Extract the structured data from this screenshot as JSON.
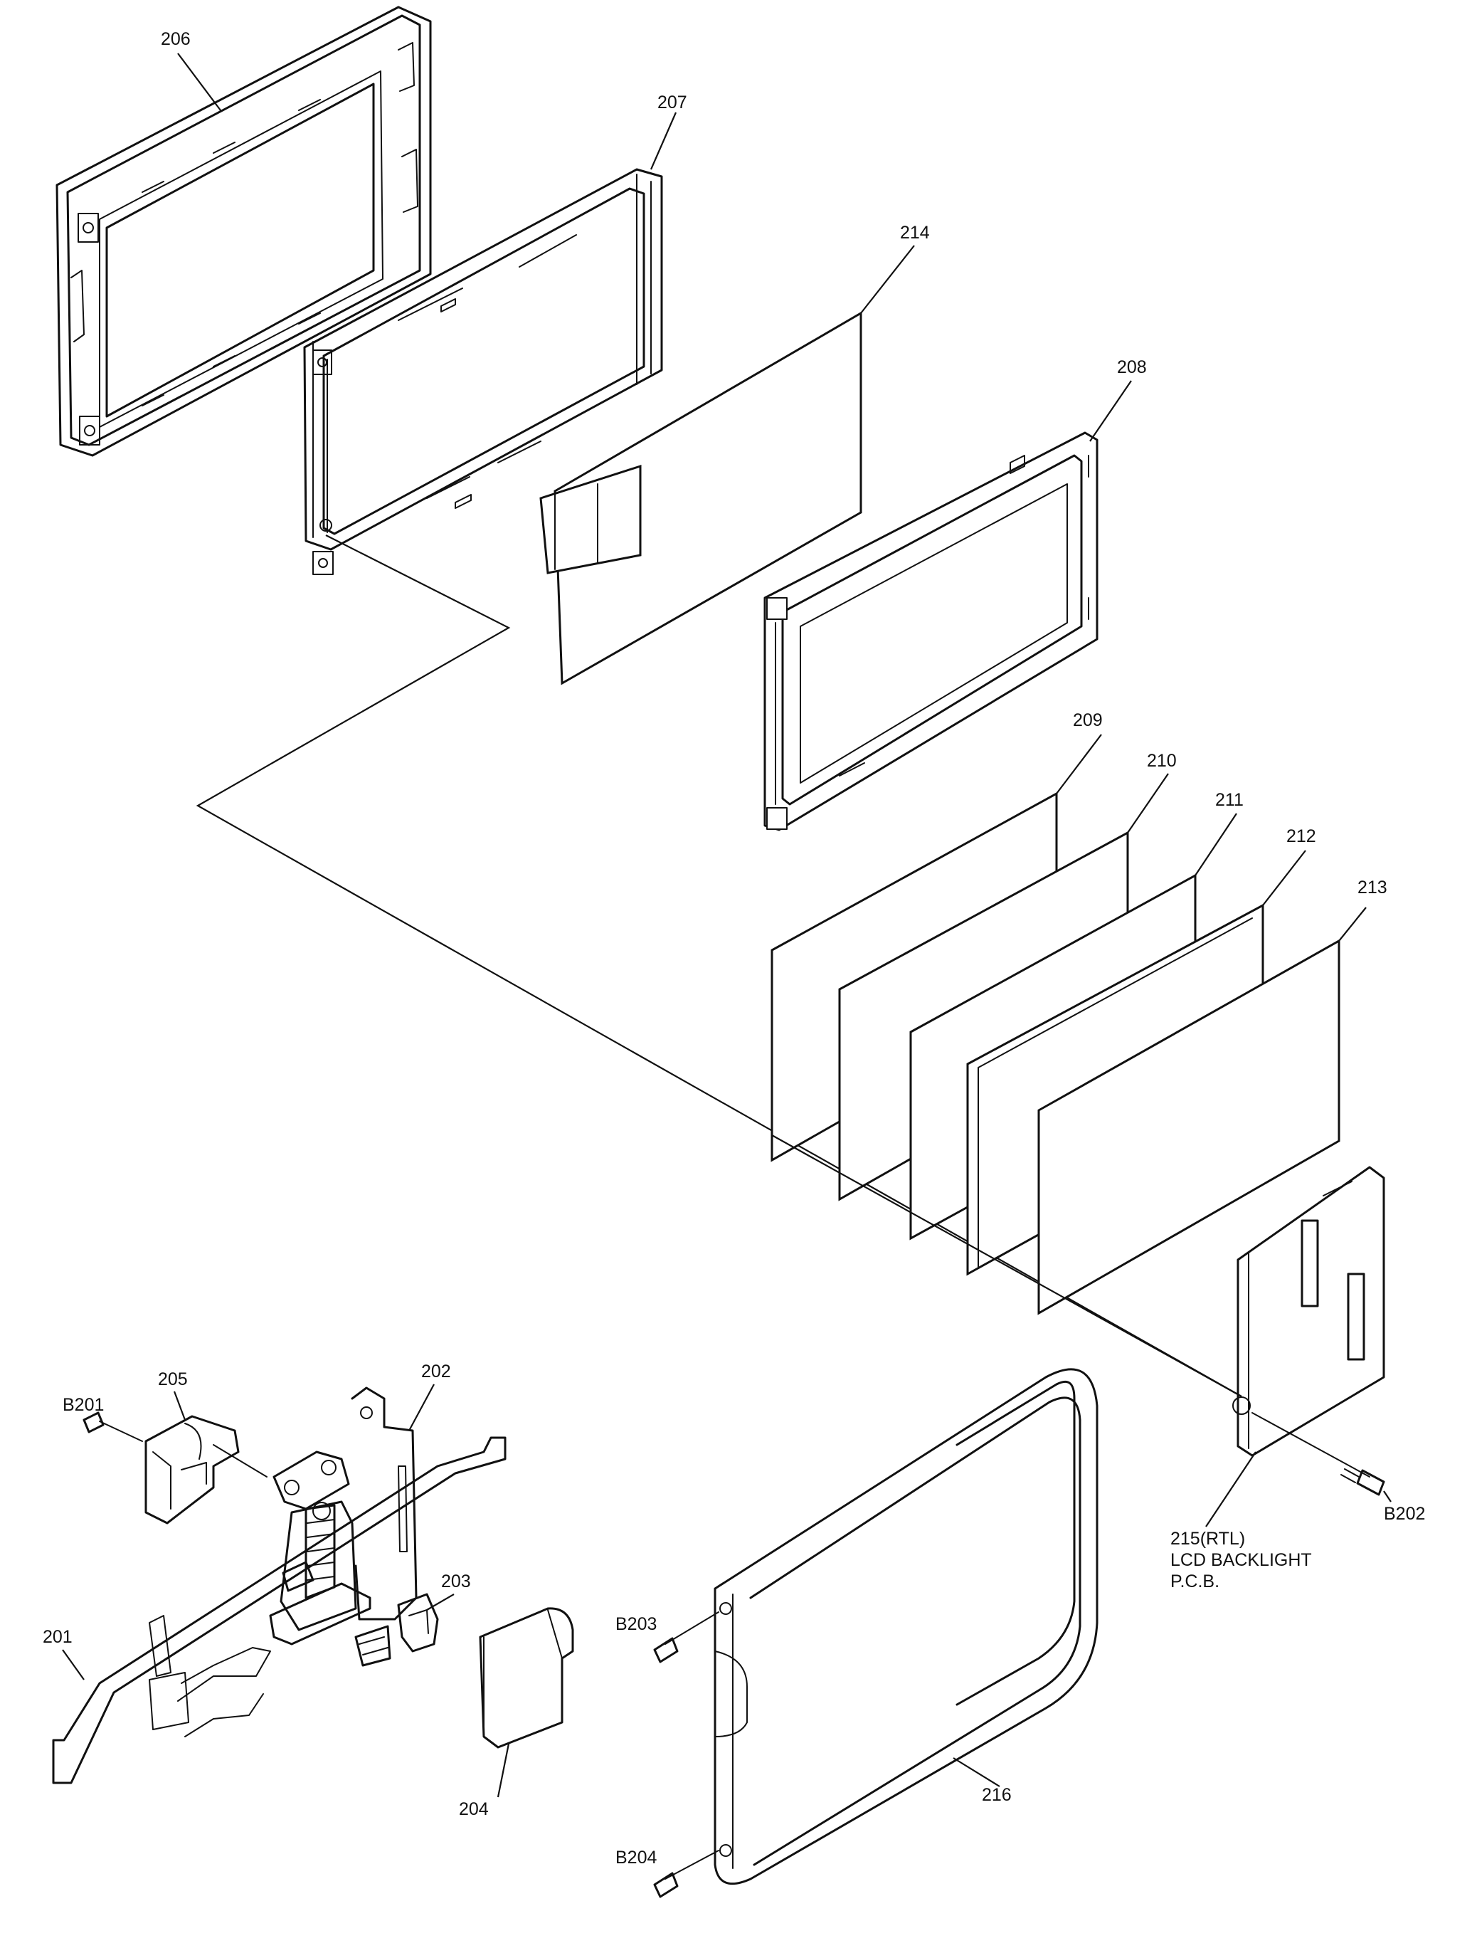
{
  "labels": {
    "p201": "201",
    "p202": "202",
    "p203": "203",
    "p204": "204",
    "p205": "205",
    "p206": "206",
    "p207": "207",
    "p208": "208",
    "p209": "209",
    "p210": "210",
    "p211": "211",
    "p212": "212",
    "p213": "213",
    "p214": "214",
    "p215_line1": "215(RTL)",
    "p215_line2": "LCD BACKLIGHT",
    "p215_line3": "P.C.B.",
    "p216": "216",
    "b201": "B201",
    "b202": "B202",
    "b203": "B203",
    "b204": "B204"
  }
}
